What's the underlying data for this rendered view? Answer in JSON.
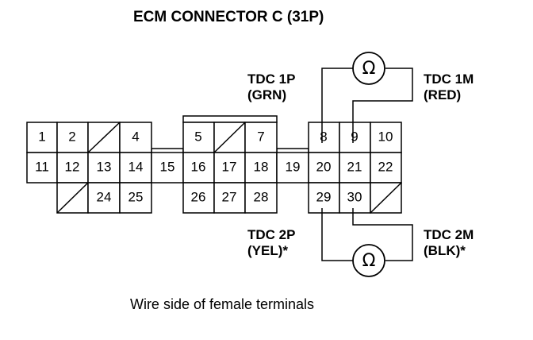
{
  "title": "ECM CONNECTOR C (31P)",
  "caption": "Wire side of female terminals",
  "labels": {
    "tdc1p_name": "TDC 1P",
    "tdc1p_color": "(GRN)",
    "tdc1m_name": "TDC 1M",
    "tdc1m_color": "(RED)",
    "tdc2p_name": "TDC 2P",
    "tdc2p_color": "(YEL)*",
    "tdc2m_name": "TDC 2M",
    "tdc2m_color": "(BLK)*"
  },
  "meter_symbol": "Ω",
  "terminals": {
    "t1": "1",
    "t2": "2",
    "t4": "4",
    "t5": "5",
    "t7": "7",
    "t8": "8",
    "t9": "9",
    "t10": "10",
    "t11": "11",
    "t12": "12",
    "t13": "13",
    "t14": "14",
    "t15": "15",
    "t16": "16",
    "t17": "17",
    "t18": "18",
    "t19": "19",
    "t20": "20",
    "t21": "21",
    "t22": "22",
    "t24": "24",
    "t25": "25",
    "t26": "26",
    "t27": "27",
    "t28": "28",
    "t29": "29",
    "t30": "30"
  }
}
